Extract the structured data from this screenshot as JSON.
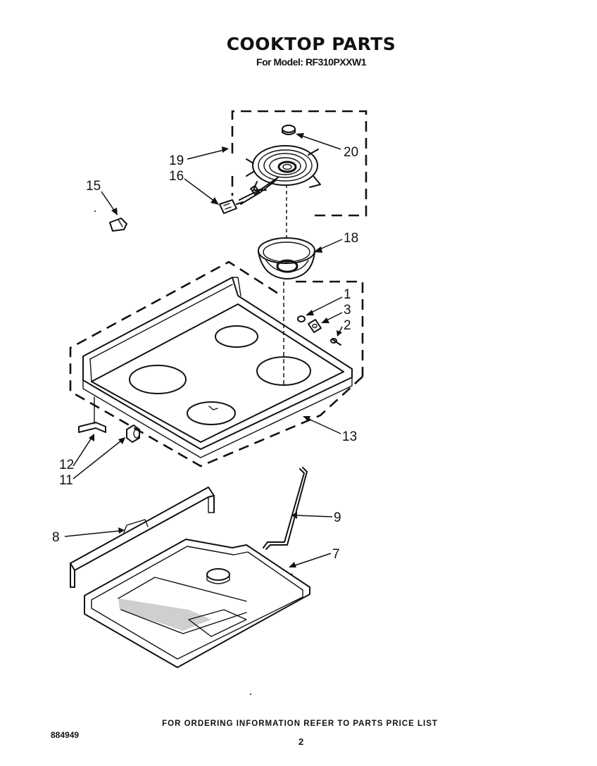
{
  "header": {
    "title": "COOKTOP PARTS",
    "subtitle": "For Model: RF310PXXW1"
  },
  "callouts": [
    "20",
    "19",
    "16",
    "15",
    "18",
    "1",
    "3",
    "2",
    "13",
    "12",
    "11",
    "9",
    "8",
    "7"
  ],
  "footer": {
    "ordering_note": "FOR ORDERING INFORMATION REFER TO PARTS PRICE LIST",
    "doc_number": "884949",
    "page_number": "2"
  }
}
